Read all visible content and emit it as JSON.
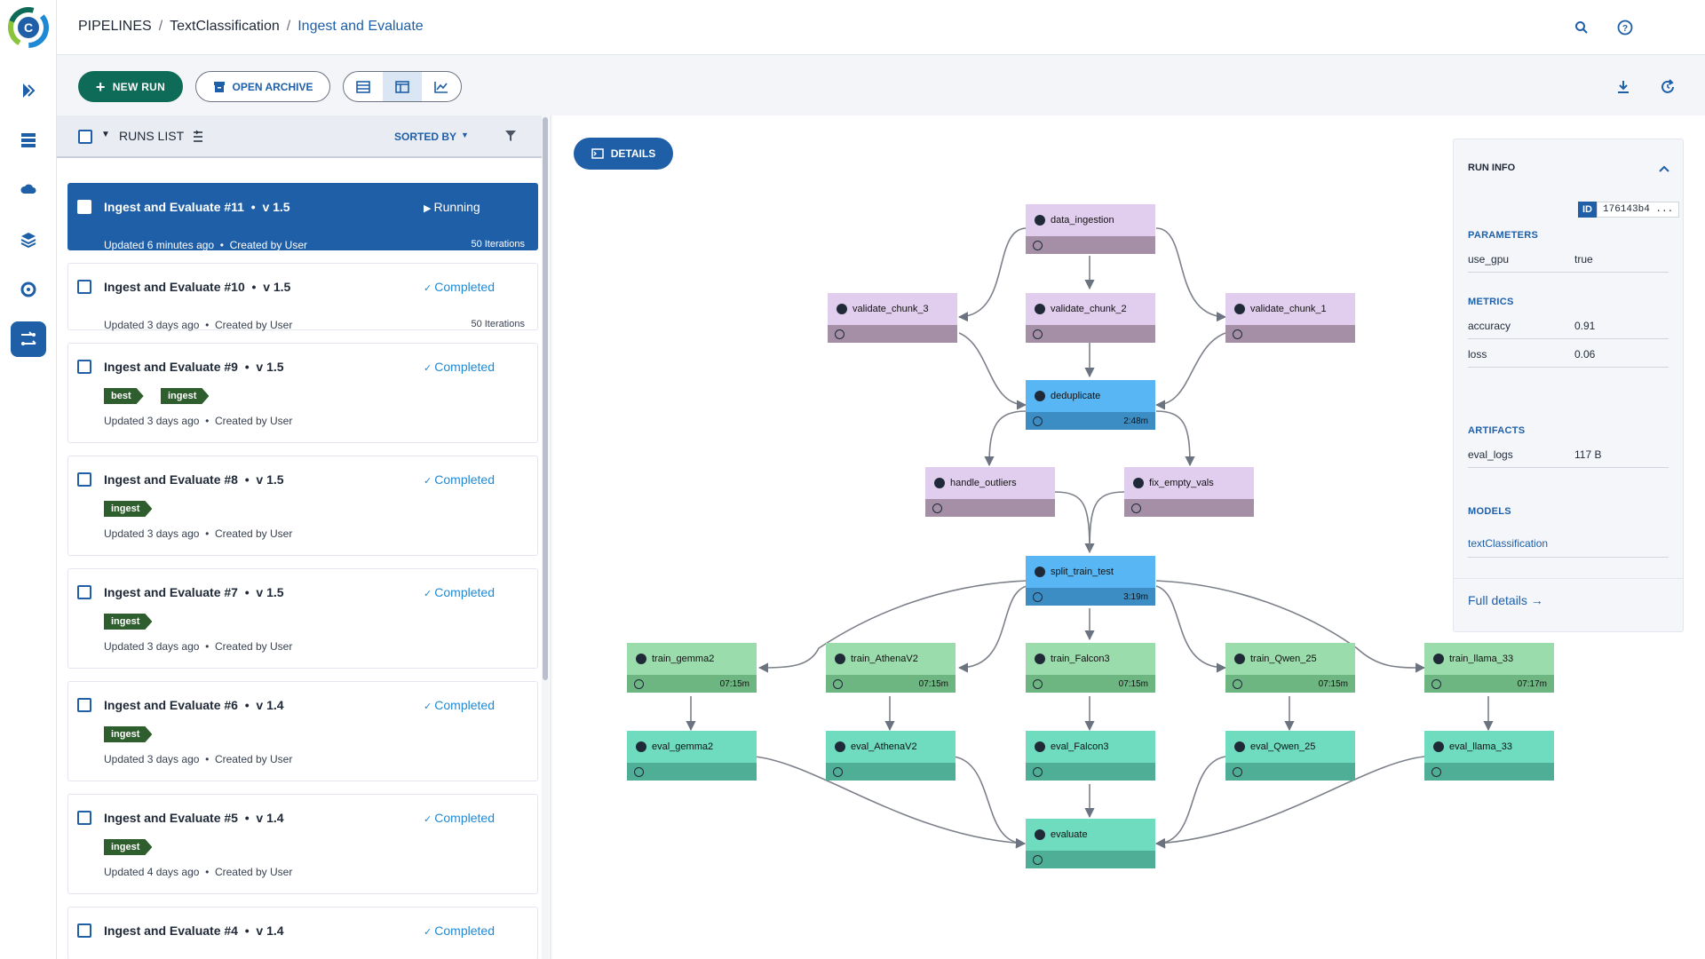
{
  "breadcrumb": {
    "root": "PIPELINES",
    "project": "TextClassification",
    "current": "Ingest and Evaluate"
  },
  "toolbar": {
    "new_run": "NEW RUN",
    "open_archive": "OPEN ARCHIVE"
  },
  "runs_list": {
    "title": "RUNS LIST",
    "sorted_by": "SORTED BY",
    "runs": [
      {
        "name": "Ingest and Evaluate #11",
        "version": "v 1.5",
        "status": "Running",
        "updated": "Updated 6 minutes ago",
        "created_by": "Created by User",
        "iterations": "50 Iterations",
        "tags": []
      },
      {
        "name": "Ingest and Evaluate #10",
        "version": "v 1.5",
        "status": "Completed",
        "updated": "Updated 3 days ago",
        "created_by": "Created by User",
        "iterations": "50 Iterations",
        "tags": []
      },
      {
        "name": "Ingest and Evaluate #9",
        "version": "v 1.5",
        "status": "Completed",
        "updated": "Updated 3 days ago",
        "created_by": "Created by User",
        "iterations": "",
        "tags": [
          "best",
          "ingest"
        ]
      },
      {
        "name": "Ingest and Evaluate #8",
        "version": "v 1.5",
        "status": "Completed",
        "updated": "Updated 3 days ago",
        "created_by": "Created by User",
        "iterations": "",
        "tags": [
          "ingest"
        ]
      },
      {
        "name": "Ingest and Evaluate #7",
        "version": "v 1.5",
        "status": "Completed",
        "updated": "Updated 3 days ago",
        "created_by": "Created by User",
        "iterations": "",
        "tags": [
          "ingest"
        ]
      },
      {
        "name": "Ingest and Evaluate #6",
        "version": "v 1.4",
        "status": "Completed",
        "updated": "Updated 3 days ago",
        "created_by": "Created by User",
        "iterations": "",
        "tags": [
          "ingest"
        ]
      },
      {
        "name": "Ingest and Evaluate #5",
        "version": "v 1.4",
        "status": "Completed",
        "updated": "Updated 4 days ago",
        "created_by": "Created by User",
        "iterations": "",
        "tags": [
          "ingest"
        ]
      },
      {
        "name": "Ingest and Evaluate #4",
        "version": "v 1.4",
        "status": "Completed",
        "updated": "",
        "created_by": "",
        "iterations": "",
        "tags": []
      }
    ]
  },
  "details_button": "DETAILS",
  "pipeline": {
    "nodes": [
      {
        "id": "data_ingestion",
        "label": "data_ingestion",
        "kind": "purple",
        "time": ""
      },
      {
        "id": "validate_chunk_3",
        "label": "validate_chunk_3",
        "kind": "purple",
        "time": ""
      },
      {
        "id": "validate_chunk_2",
        "label": "validate_chunk_2",
        "kind": "purple",
        "time": ""
      },
      {
        "id": "validate_chunk_1",
        "label": "validate_chunk_1",
        "kind": "purple",
        "time": ""
      },
      {
        "id": "deduplicate",
        "label": "deduplicate",
        "kind": "blue",
        "time": "2:48m"
      },
      {
        "id": "handle_outliers",
        "label": "handle_outliers",
        "kind": "purple",
        "time": ""
      },
      {
        "id": "fix_empty_vals",
        "label": "fix_empty_vals",
        "kind": "purple",
        "time": ""
      },
      {
        "id": "split_train_test",
        "label": "split_train_test",
        "kind": "blue",
        "time": "3:19m"
      },
      {
        "id": "train_gemma2",
        "label": "train_gemma2",
        "kind": "green",
        "time": "07:15m"
      },
      {
        "id": "train_AthenaV2",
        "label": "train_AthenaV2",
        "kind": "green",
        "time": "07:15m"
      },
      {
        "id": "train_Falcon3",
        "label": "train_Falcon3",
        "kind": "green",
        "time": "07:15m"
      },
      {
        "id": "train_Qwen_25",
        "label": "train_Qwen_25",
        "kind": "green",
        "time": "07:15m"
      },
      {
        "id": "train_llama_33",
        "label": "train_llama_33",
        "kind": "green",
        "time": "07:17m"
      },
      {
        "id": "eval_gemma2",
        "label": "eval_gemma2",
        "kind": "teal",
        "time": ""
      },
      {
        "id": "eval_AthenaV2",
        "label": "eval_AthenaV2",
        "kind": "teal",
        "time": ""
      },
      {
        "id": "eval_Falcon3",
        "label": "eval_Falcon3",
        "kind": "teal",
        "time": ""
      },
      {
        "id": "eval_Qwen_25",
        "label": "eval_Qwen_25",
        "kind": "teal",
        "time": ""
      },
      {
        "id": "eval_llama_33",
        "label": "eval_llama_33",
        "kind": "teal",
        "time": ""
      },
      {
        "id": "evaluate",
        "label": "evaluate",
        "kind": "teal",
        "time": ""
      }
    ]
  },
  "run_info": {
    "title": "RUN INFO",
    "id_label": "ID",
    "id_value": "176143b4 ...",
    "parameters_title": "PARAMETERS",
    "parameters": [
      {
        "key": "use_gpu",
        "value": "true"
      }
    ],
    "metrics_title": "METRICS",
    "metrics": [
      {
        "key": "accuracy",
        "value": "0.91"
      },
      {
        "key": "loss",
        "value": "0.06"
      }
    ],
    "artifacts_title": "ARTIFACTS",
    "artifacts": [
      {
        "key": "eval_logs",
        "value": "117 B"
      }
    ],
    "models_title": "MODELS",
    "models": [
      "textClassification"
    ],
    "full_details": "Full details →"
  },
  "colors": {
    "primary": "#1e5fa8",
    "new_run": "#0e6b57",
    "tag": "#2f5e2e",
    "completed": "#1e8ad6"
  }
}
